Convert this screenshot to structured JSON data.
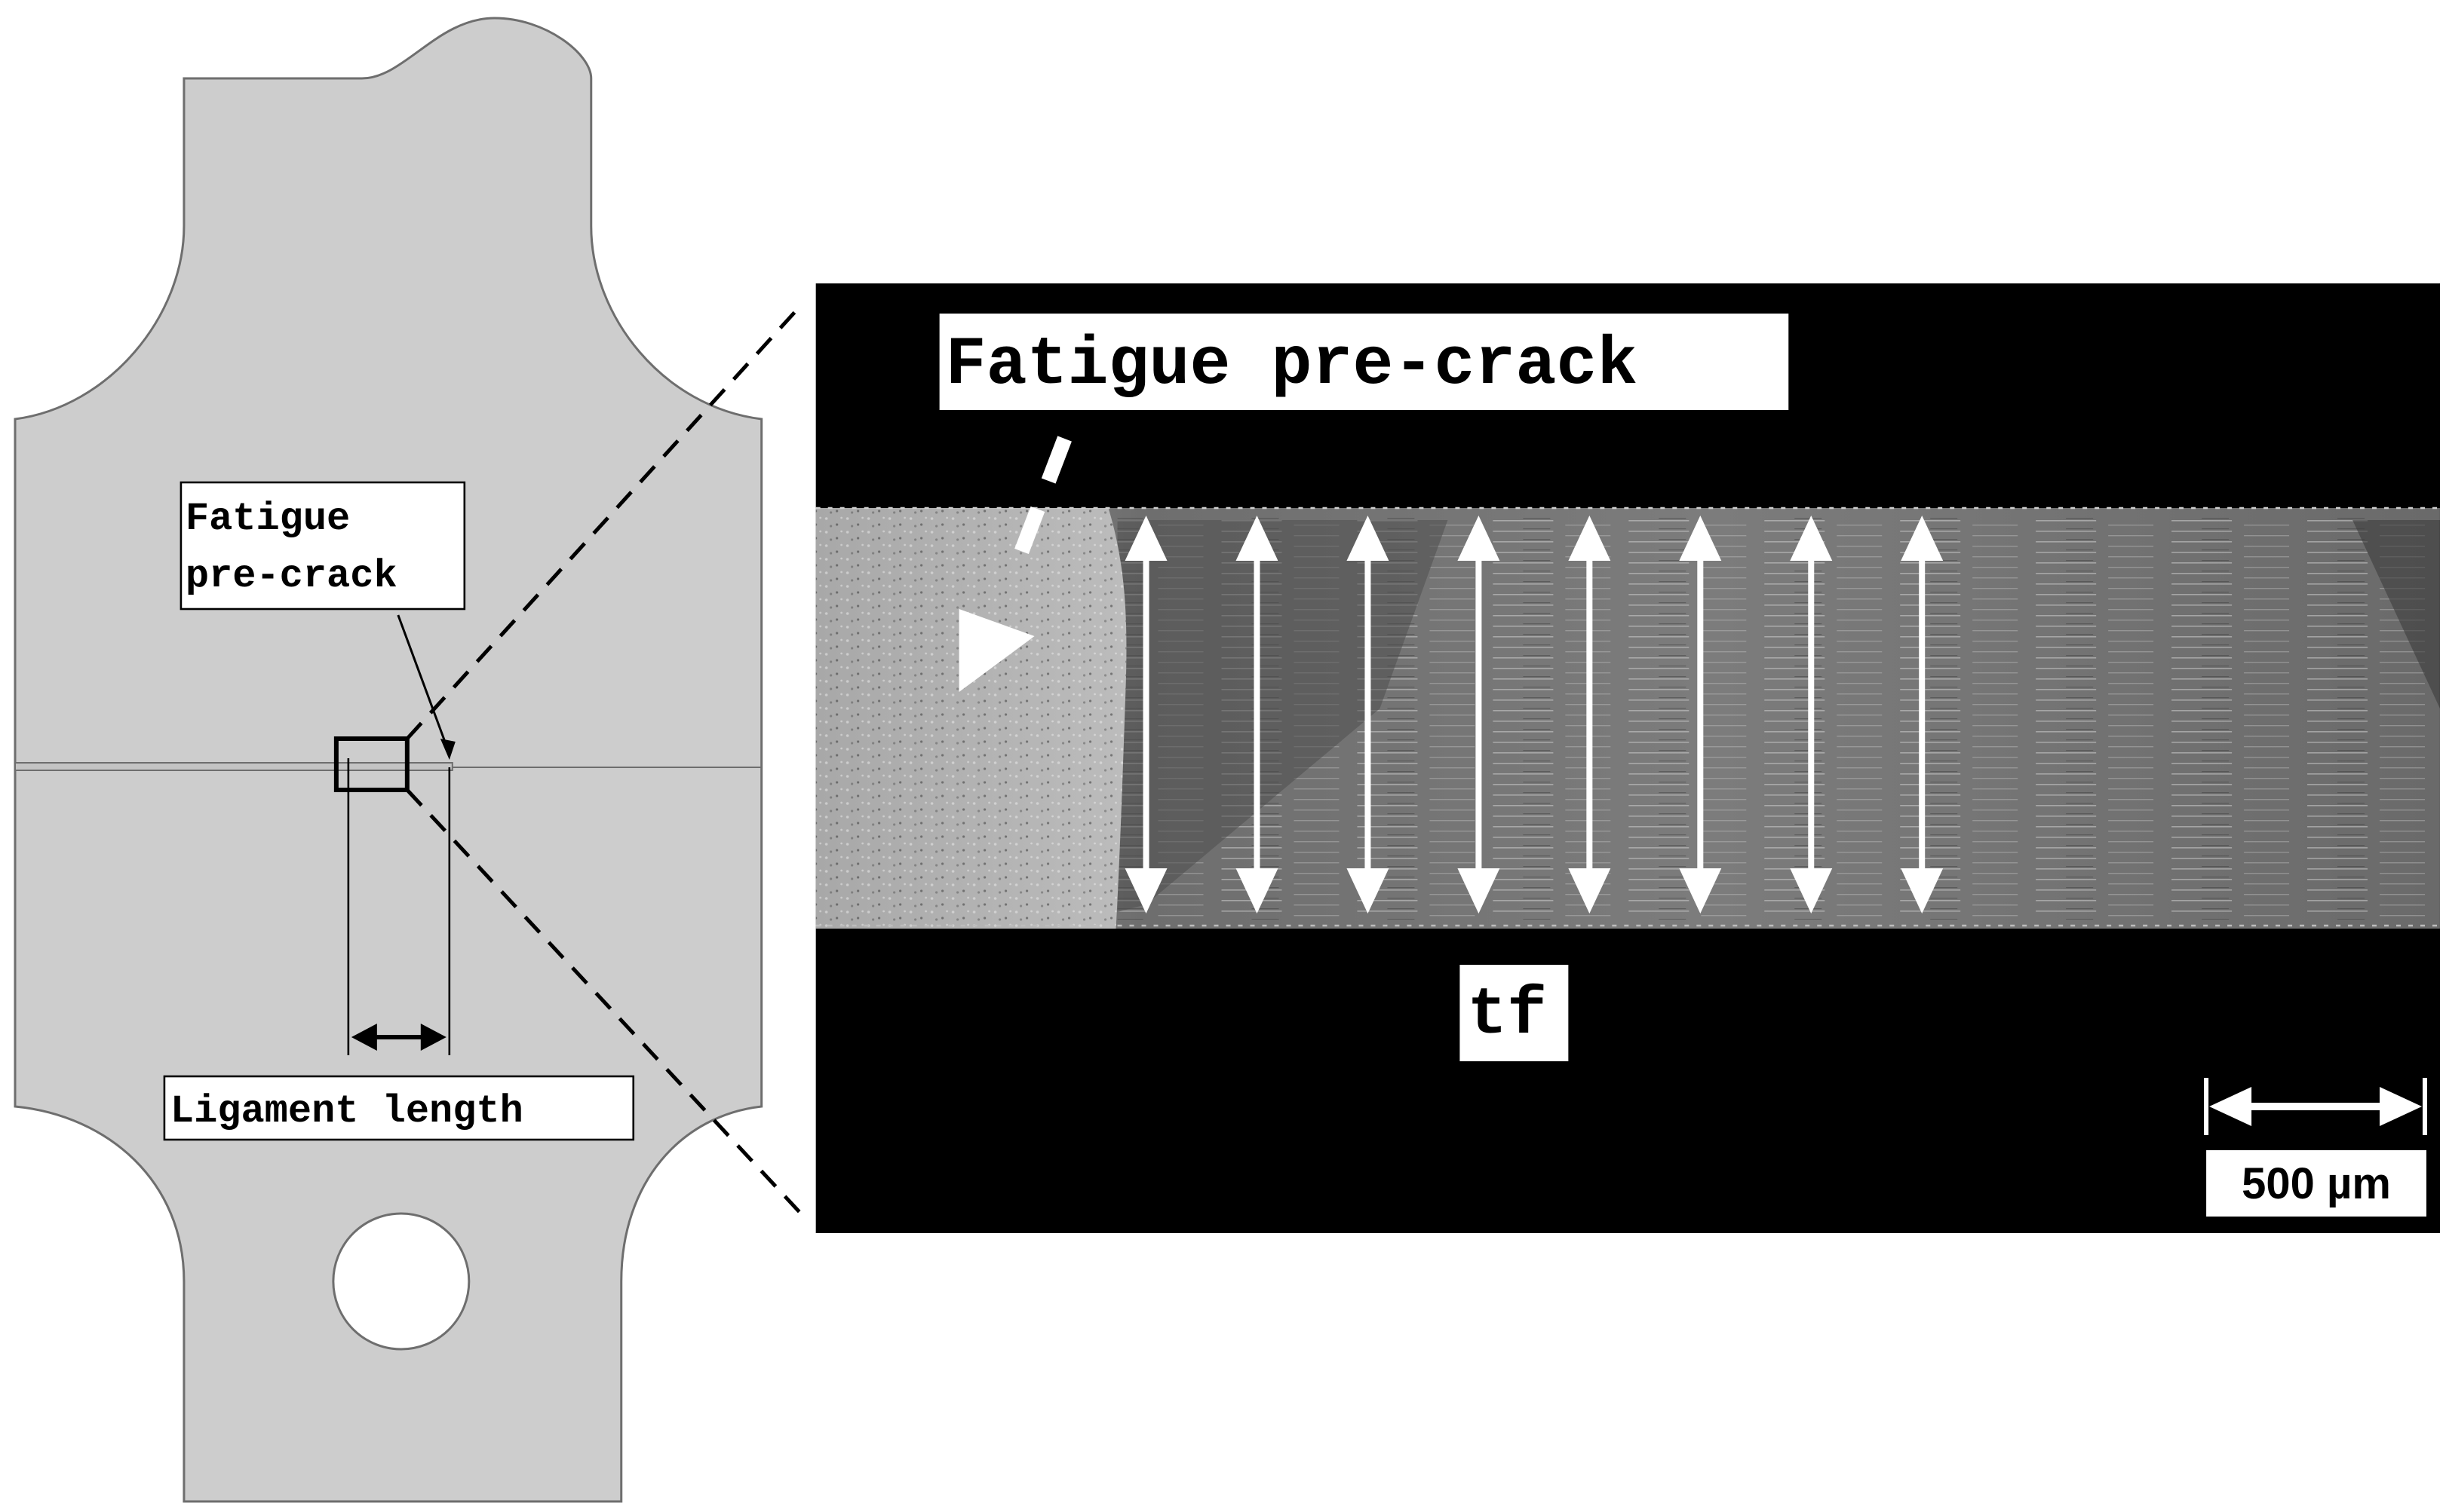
{
  "specimen": {
    "label_precrack_line1": "Fatigue",
    "label_precrack_line2": "pre-crack",
    "label_ligament": "Ligament length",
    "fill_color": "#cdcdcd",
    "outline_color": "#6e6e6e"
  },
  "micrograph": {
    "label_precrack": "Fatigue pre-crack",
    "label_thickness": "tf",
    "scale_bar_label": "500 µm",
    "background_color": "#000000",
    "thickness_arrow_count": 8
  }
}
